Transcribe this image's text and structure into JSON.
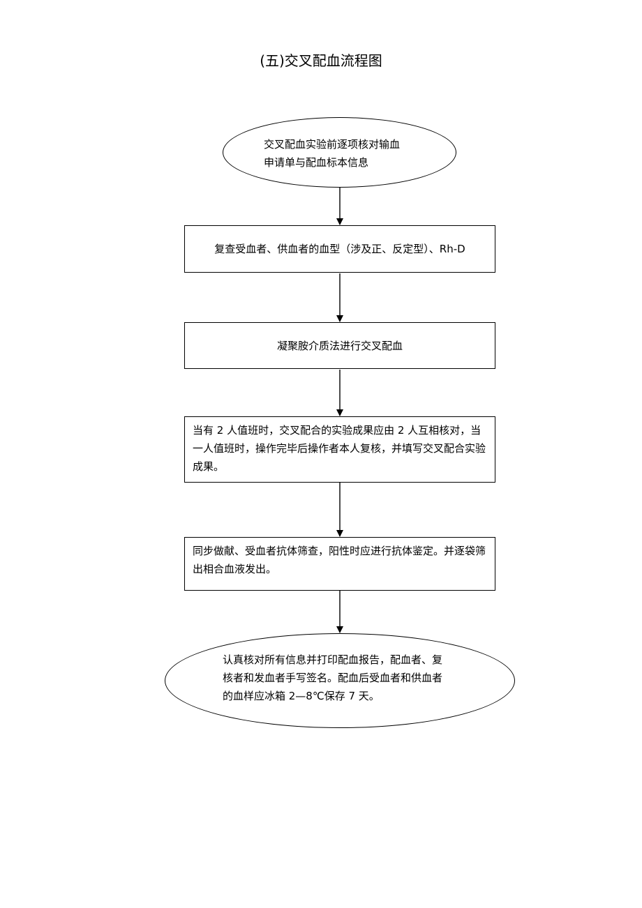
{
  "title": "(五)交叉配血流程图",
  "nodes": {
    "start": {
      "shape": "ellipse",
      "lines": [
        "交叉配血实验前逐项核对输血",
        "申请单与配血标本信息"
      ]
    },
    "recheck": {
      "shape": "box",
      "text": "复查受血者、供血者的血型（涉及正、反定型）、Rh-D"
    },
    "polybrene": {
      "shape": "box",
      "text": "凝聚胺介质法进行交叉配血"
    },
    "verify": {
      "shape": "box",
      "text": "当有 2 人值班时，交叉配合的实验成果应由 2 人互相核对，当一人值班时，操作完毕后操作者本人复核，并填写交叉配合实验成果。"
    },
    "screening": {
      "shape": "box",
      "text": "同步做献、受血者抗体筛查，阳性时应进行抗体鉴定。并逐袋筛出相合血液发出。"
    },
    "end": {
      "shape": "ellipse",
      "lines": [
        "认真核对所有信息并打印配血报告，配血者、复",
        "核者和发血者手写签名。配血后受血者和供血者",
        "的血样应冰箱 2—8℃保存 7 天。"
      ]
    }
  },
  "edges": [
    {
      "from": "start",
      "to": "recheck"
    },
    {
      "from": "recheck",
      "to": "polybrene"
    },
    {
      "from": "polybrene",
      "to": "verify"
    },
    {
      "from": "verify",
      "to": "screening"
    },
    {
      "from": "screening",
      "to": "end"
    }
  ]
}
